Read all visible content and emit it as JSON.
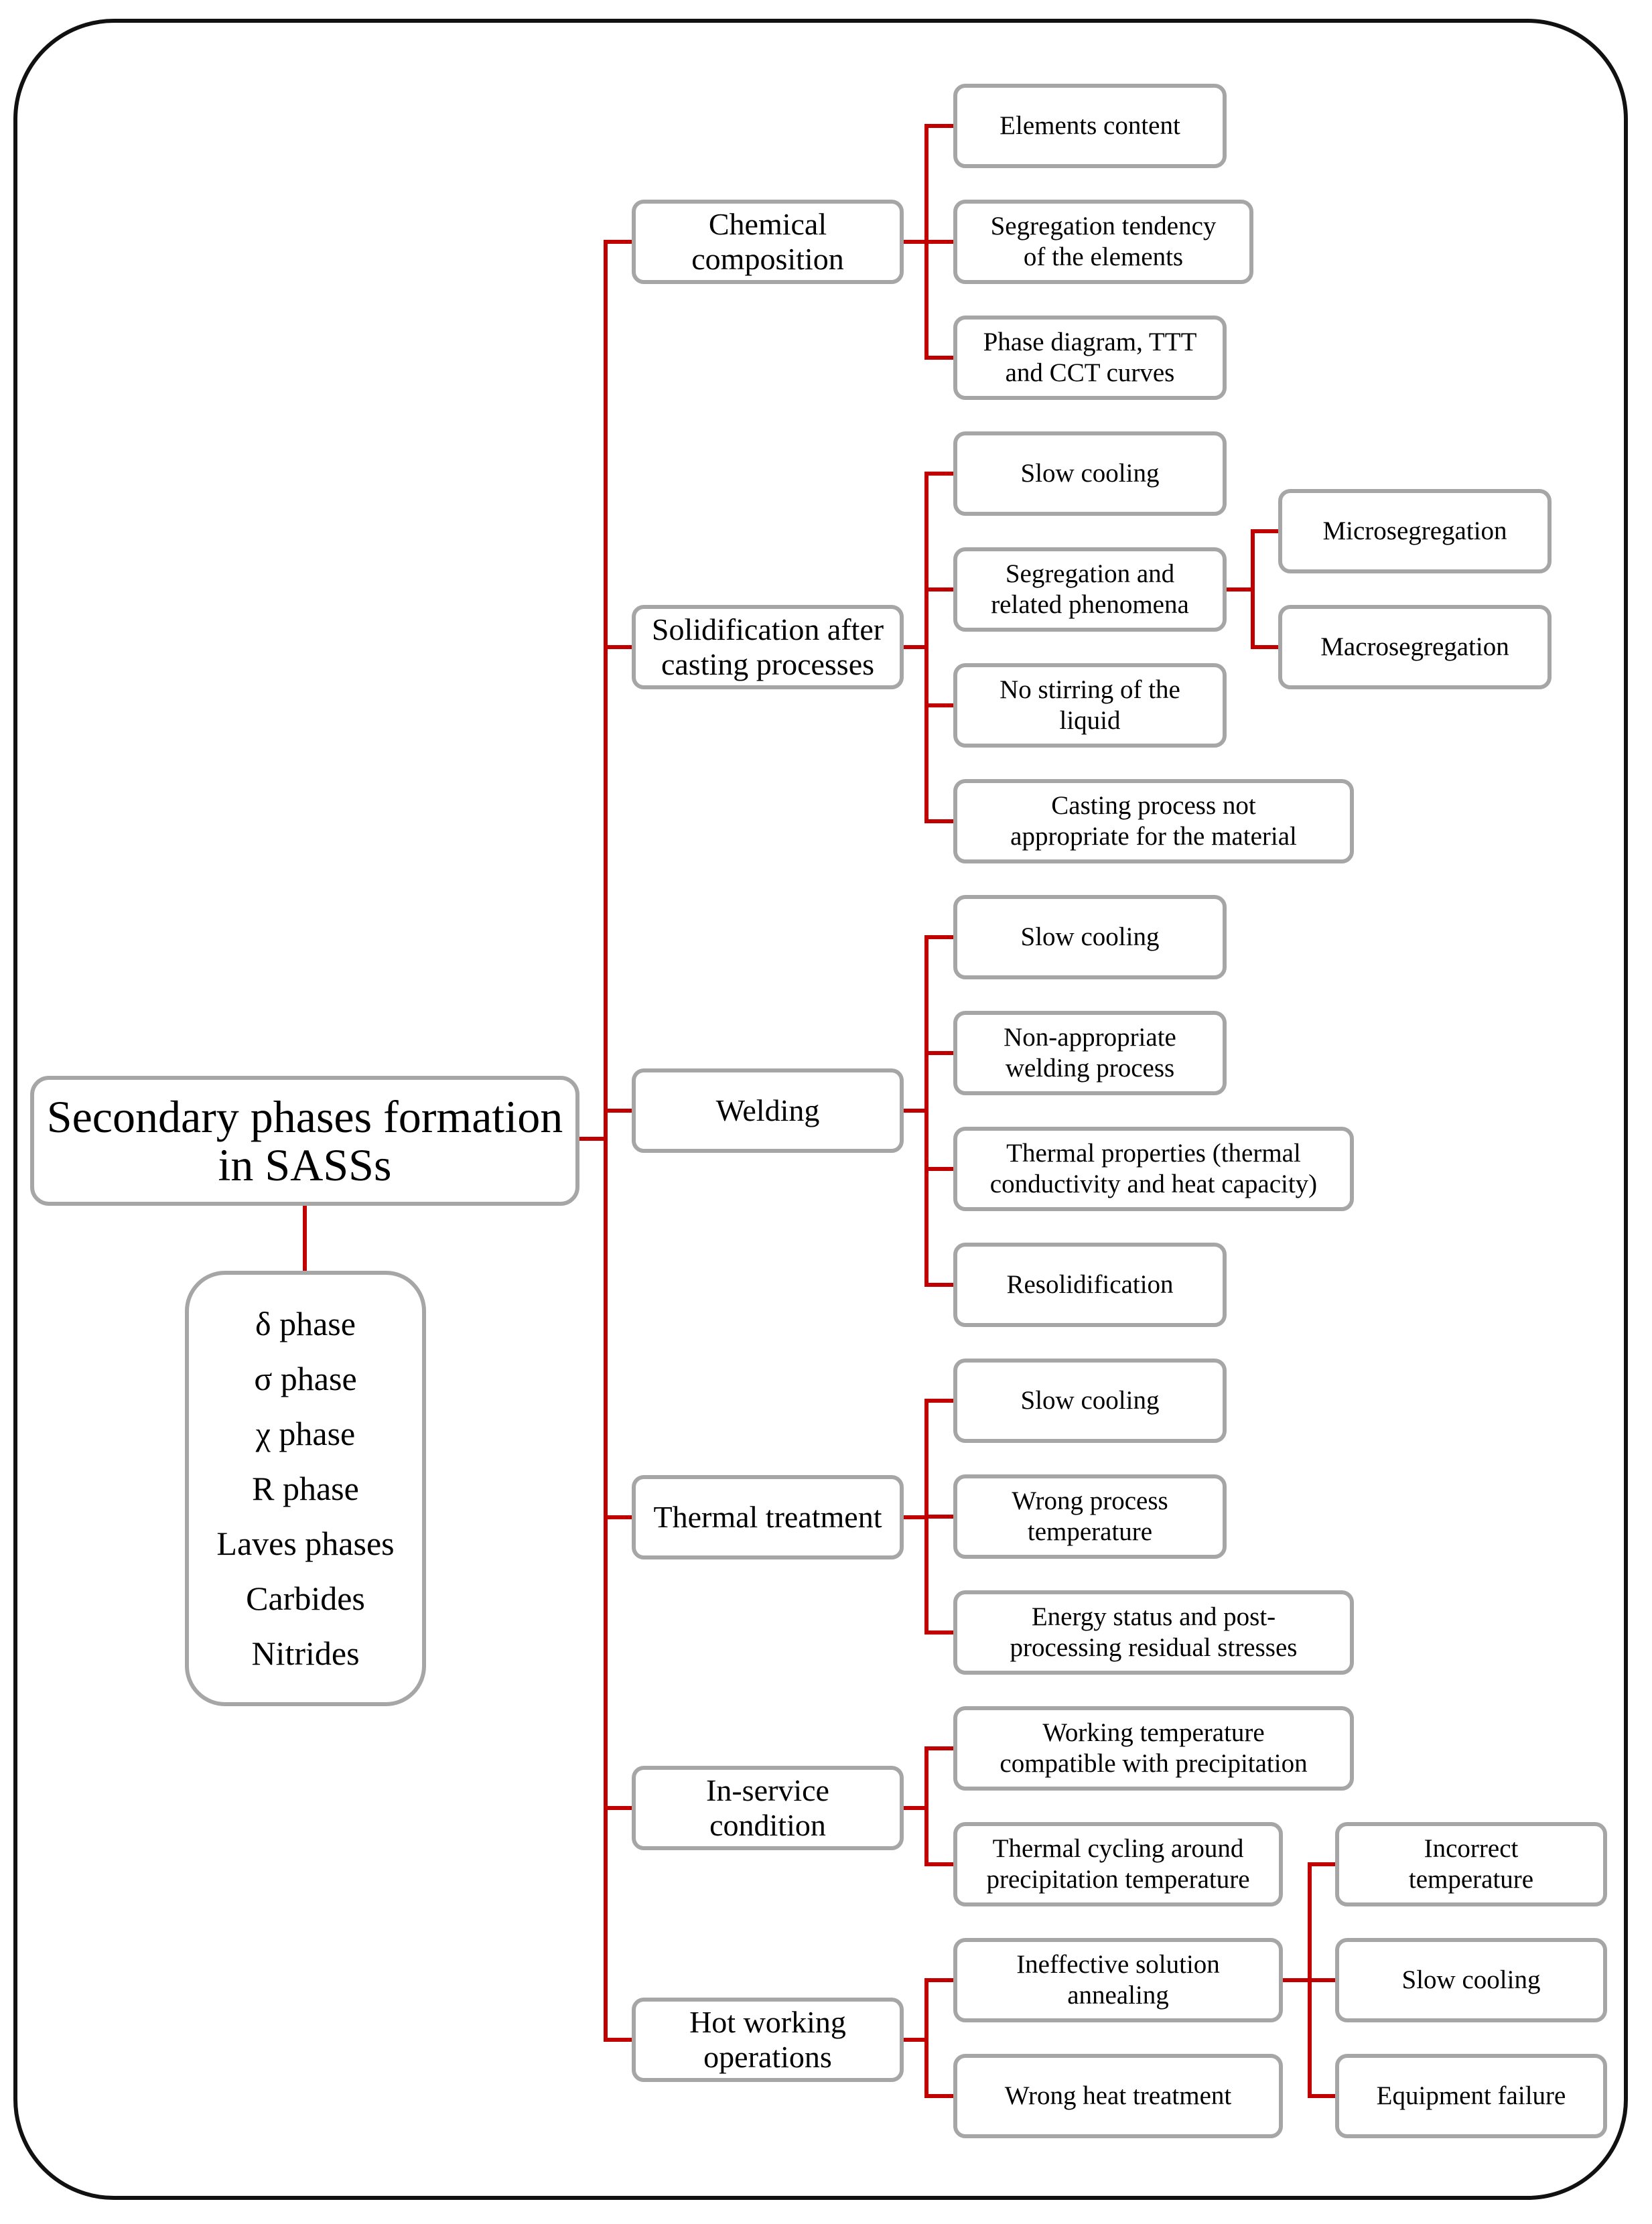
{
  "root": {
    "label": "Secondary phases formation\nin SASSs"
  },
  "phases": [
    "δ phase",
    "σ phase",
    "χ phase",
    "R phase",
    "Laves phases",
    "Carbides",
    "Nitrides"
  ],
  "categories": [
    {
      "label": "Chemical\ncomposition",
      "items": [
        {
          "label": "Elements content"
        },
        {
          "label": "Segregation tendency\nof the elements"
        },
        {
          "label": "Phase diagram, TTT\nand CCT curves"
        }
      ]
    },
    {
      "label": "Solidification after\ncasting processes",
      "items": [
        {
          "label": "Slow cooling"
        },
        {
          "label": "Segregation and\nrelated phenomena",
          "subitems": [
            {
              "label": "Microsegregation"
            },
            {
              "label": "Macrosegregation"
            }
          ]
        },
        {
          "label": "No stirring of the\nliquid"
        },
        {
          "label": "Casting process not\nappropriate for the material"
        }
      ]
    },
    {
      "label": "Welding",
      "items": [
        {
          "label": "Slow cooling"
        },
        {
          "label": "Non-appropriate\nwelding process"
        },
        {
          "label": "Thermal properties (thermal\nconductivity and heat capacity)"
        },
        {
          "label": "Resolidification"
        }
      ]
    },
    {
      "label": "Thermal treatment",
      "items": [
        {
          "label": "Slow cooling"
        },
        {
          "label": "Wrong process\ntemperature"
        },
        {
          "label": "Energy status and post-\nprocessing residual stresses"
        }
      ]
    },
    {
      "label": "In-service\ncondition",
      "items": [
        {
          "label": "Working temperature\ncompatible with precipitation"
        },
        {
          "label": "Thermal cycling around\nprecipitation temperature"
        }
      ]
    },
    {
      "label": "Hot working\noperations",
      "items": [
        {
          "label": "Ineffective solution\nannealing",
          "subitems": [
            {
              "label": "Incorrect\ntemperature"
            },
            {
              "label": "Slow cooling"
            },
            {
              "label": "Equipment failure"
            }
          ]
        },
        {
          "label": "Wrong heat treatment"
        }
      ]
    }
  ],
  "colors": {
    "connector": "#c00000",
    "box_border": "#a6a6a6",
    "frame": "#111111"
  }
}
